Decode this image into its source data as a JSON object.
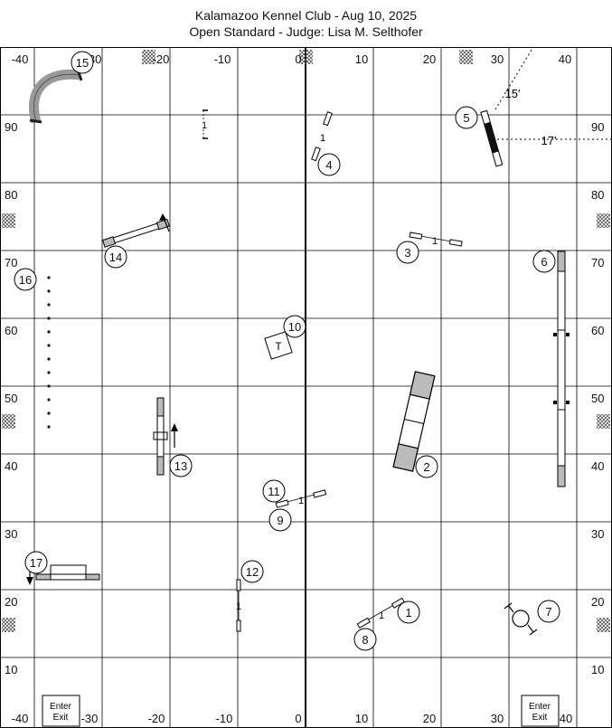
{
  "header": {
    "title": "Kalamazoo Kennel Club - Aug 10, 2025",
    "subtitle": "Open Standard - Judge: Lisa M. Selthofer"
  },
  "axes": {
    "top_labels": [
      "-40",
      "-30",
      "-20",
      "-10",
      "0",
      "10",
      "20",
      "30",
      "40"
    ],
    "bottom_labels": [
      "-40",
      "-30",
      "-20",
      "-10",
      "0",
      "10",
      "20",
      "30",
      "40"
    ],
    "side_labels": [
      "90",
      "80",
      "70",
      "60",
      "50",
      "40",
      "30",
      "20",
      "10"
    ]
  },
  "entry_boxes": [
    {
      "line1": "Enter",
      "line2": "Exit"
    },
    {
      "line1": "Enter",
      "line2": "Exit"
    }
  ],
  "obstacles": {
    "numbers": [
      "1",
      "2",
      "3",
      "4",
      "5",
      "6",
      "7",
      "8",
      "9",
      "10",
      "11",
      "12",
      "13",
      "14",
      "15",
      "16",
      "17"
    ],
    "table_label": "T",
    "spacing_label": "1",
    "measure_diagonal": "15'",
    "measure_horizontal": "17'"
  },
  "colors": {
    "grid": "#000000",
    "obstacle_fill": "#bbbbbb",
    "tunnel": "#999999",
    "contact_black": "#111111"
  }
}
